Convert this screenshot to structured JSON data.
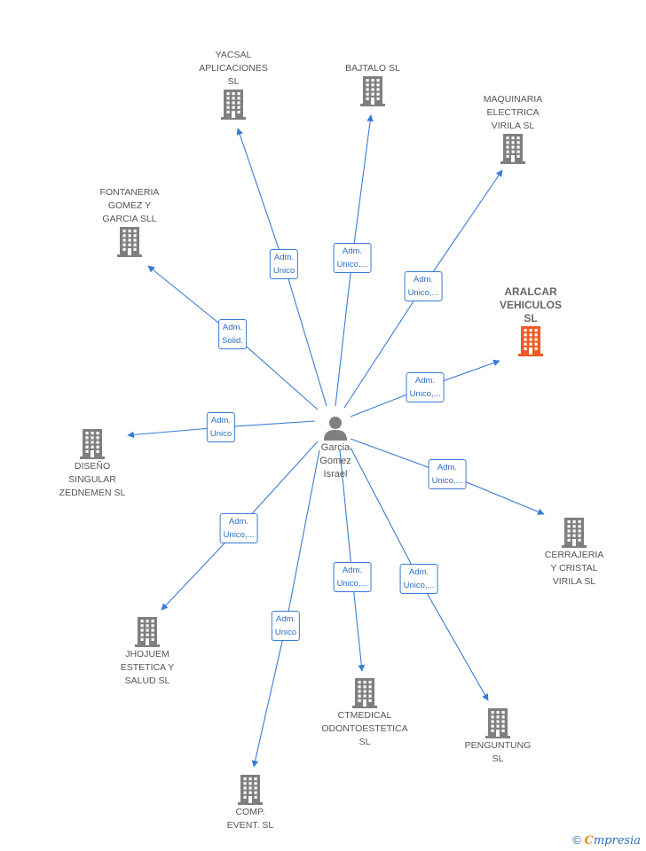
{
  "colors": {
    "edge": "#3a7bd5",
    "building": "#7f7f7f",
    "highlight": "#f05a22",
    "person": "#7f7f7f"
  },
  "center": {
    "name": "Garcia\nGomez\nIsrael",
    "icon": "person-icon"
  },
  "companies": [
    {
      "id": "yacsal",
      "name": "YACSAL\nAPLICACIONES\nSL",
      "role": "Adm.\nUnico",
      "highlight": false
    },
    {
      "id": "bajtalo",
      "name": "BAJTALO  SL",
      "role": "Adm.\nUnico,...",
      "highlight": false
    },
    {
      "id": "maquinaria",
      "name": "MAQUINARIA\nELECTRICA\nVIRILA  SL",
      "role": "Adm.\nUnico,...",
      "highlight": false
    },
    {
      "id": "fontaneria",
      "name": "FONTANERIA\nGOMEZ Y\nGARCIA SLL",
      "role": "Adm.\nSolid.",
      "highlight": false
    },
    {
      "id": "aralcar",
      "name": "ARALCAR\nVEHICULOS\nSL",
      "role": "Adm.\nUnico,...",
      "highlight": true
    },
    {
      "id": "diseno",
      "name": "DISEÑO\nSINGULAR\nZEDNEMEN  SL",
      "role": "Adm.\nUnico",
      "highlight": false
    },
    {
      "id": "cerrajeria",
      "name": "CERRAJERIA\nY CRISTAL\nVIRILA  SL",
      "role": "Adm.\nUnico,...",
      "highlight": false
    },
    {
      "id": "jhojuem",
      "name": "JHOJUEM\nESTETICA Y\nSALUD  SL",
      "role": "Adm.\nUnico,...",
      "highlight": false
    },
    {
      "id": "ctmedical",
      "name": "CTMEDICAL\nODONTOESTETICA\nSL",
      "role": "Adm.\nUnico,...",
      "highlight": false
    },
    {
      "id": "penguntung",
      "name": "PENGUNTUNG\nSL",
      "role": "Adm.\nUnico,...",
      "highlight": false
    },
    {
      "id": "comp",
      "name": "COMP.\nEVENT.  SL",
      "role": "Adm.\nUnico",
      "highlight": false
    }
  ],
  "brand": {
    "copyright": "©",
    "e": "C",
    "rest": "mpresia"
  }
}
